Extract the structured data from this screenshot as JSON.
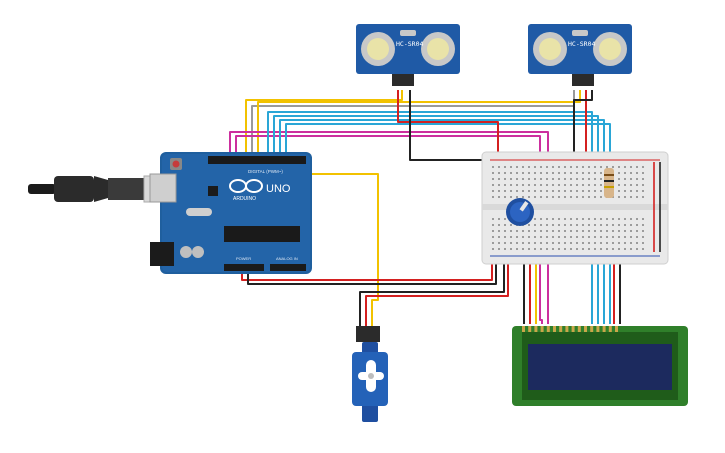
{
  "sensor_left": {
    "label": "HC-SR04"
  },
  "sensor_right": {
    "label": "HC-SR04"
  },
  "arduino": {
    "brand": "ARDUINO",
    "model": "UNO",
    "digital_label": "DIGITAL (PWM~)",
    "power_label": "POWER",
    "analog_label": "ANALOG IN"
  },
  "colors": {
    "wire_yellow": "#f2c200",
    "wire_gray": "#9a9a9a",
    "wire_magenta": "#cc2f9e",
    "wire_cyan": "#2aa6d6",
    "wire_black": "#222222",
    "wire_red": "#d42020",
    "board_blue": "#1f5f9e",
    "lcd_green": "#2f7f2a"
  }
}
